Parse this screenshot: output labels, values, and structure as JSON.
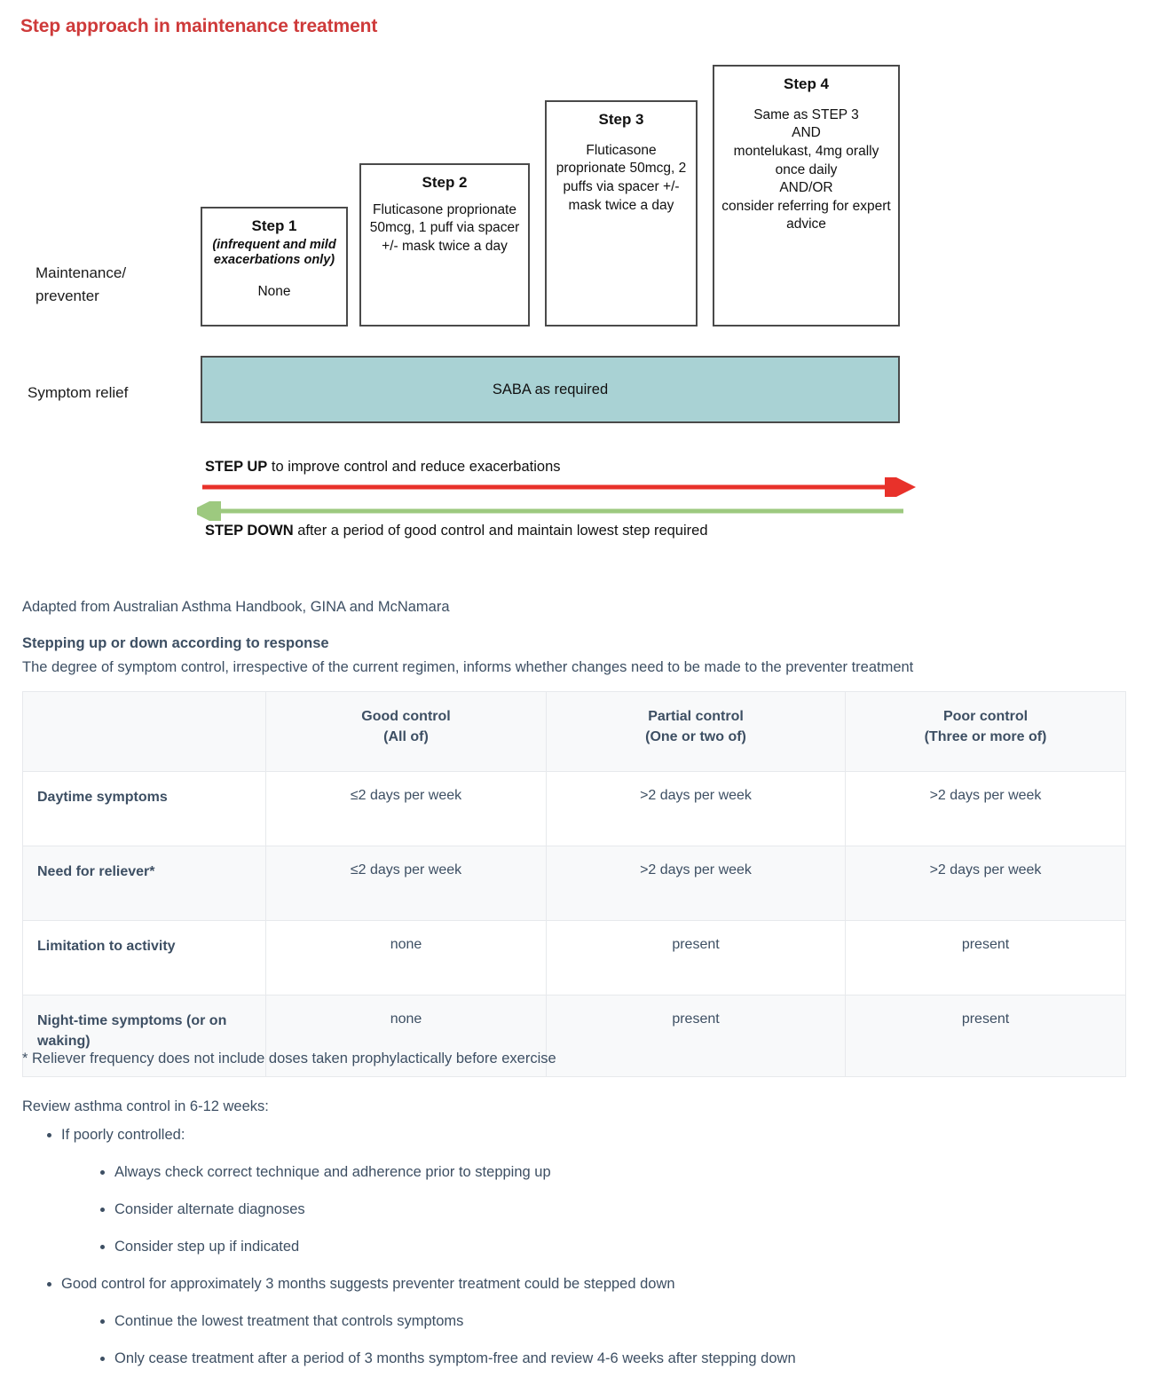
{
  "page_title": "Step approach in maintenance treatment",
  "figure": {
    "row_labels": {
      "maintenance": "Maintenance/\npreventer",
      "symptom_relief": "Symptom relief"
    },
    "steps": [
      {
        "id": "step1",
        "heading": "Step 1",
        "subheading": "(infrequent and mild exacerbations only)",
        "body": "None"
      },
      {
        "id": "step2",
        "heading": "Step 2",
        "subheading": "",
        "body": "Fluticasone proprionate 50mcg, 1 puff via spacer +/- mask twice a day"
      },
      {
        "id": "step3",
        "heading": "Step 3",
        "subheading": "",
        "body": "Fluticasone proprionate 50mcg, 2 puffs via spacer +/- mask twice a day"
      },
      {
        "id": "step4",
        "heading": "Step 4",
        "subheading": "",
        "body": "Same as STEP 3\nAND\nmontelukast, 4mg orally once daily\nAND/OR\nconsider referring for expert advice"
      }
    ],
    "saba_bar": {
      "label": "SABA as required",
      "fill_color": "#a9d2d4"
    },
    "step_up": {
      "bold": "STEP UP",
      "rest": " to improve control and reduce exacerbations",
      "arrow_color": "#e8312a",
      "direction": "right"
    },
    "step_down": {
      "bold": "STEP DOWN",
      "rest": " after a period of good control and maintain lowest step required",
      "arrow_color": "#9dc97f",
      "direction": "left"
    }
  },
  "credit": "Adapted from Australian Asthma Handbook, GINA and McNamara",
  "section": {
    "heading": "Stepping up or down according to response",
    "intro": "The degree of symptom control, irrespective of the current regimen, informs whether changes need to be made to the preventer treatment"
  },
  "table": {
    "columns": [
      {
        "line1": "",
        "line2": ""
      },
      {
        "line1": "Good control",
        "line2": "(All of)"
      },
      {
        "line1": "Partial control",
        "line2": "(One or two of)"
      },
      {
        "line1": "Poor control",
        "line2": "(Three or more of)"
      }
    ],
    "rows": [
      {
        "label": "Daytime symptoms",
        "good": "≤2 days per week",
        "partial": ">2 days per week",
        "poor": ">2 days per week"
      },
      {
        "label": "Need for reliever*",
        "good": "≤2 days per week",
        "partial": ">2 days per week",
        "poor": ">2 days per week"
      },
      {
        "label": "Limitation to activity",
        "good": "none",
        "partial": "present",
        "poor": "present"
      },
      {
        "label": "Night-time symptoms (or on waking)",
        "good": "none",
        "partial": "present",
        "poor": "present"
      }
    ]
  },
  "footnote": "* Reliever frequency does not include doses taken prophylactically before exercise",
  "review": {
    "lead": "Review asthma control in 6-12 weeks:",
    "poorly_controlled": {
      "label": "If poorly controlled:",
      "items": [
        "Always check correct technique and adherence prior to stepping up",
        "Consider alternate diagnoses",
        "Consider step up if indicated"
      ]
    },
    "good_control": {
      "label": "Good control for approximately 3 months suggests preventer treatment could be stepped down",
      "items": [
        "Continue the lowest treatment that controls symptoms",
        "Only cease treatment after a period of 3 months symptom-free and review 4-6 weeks after stepping down"
      ]
    }
  }
}
